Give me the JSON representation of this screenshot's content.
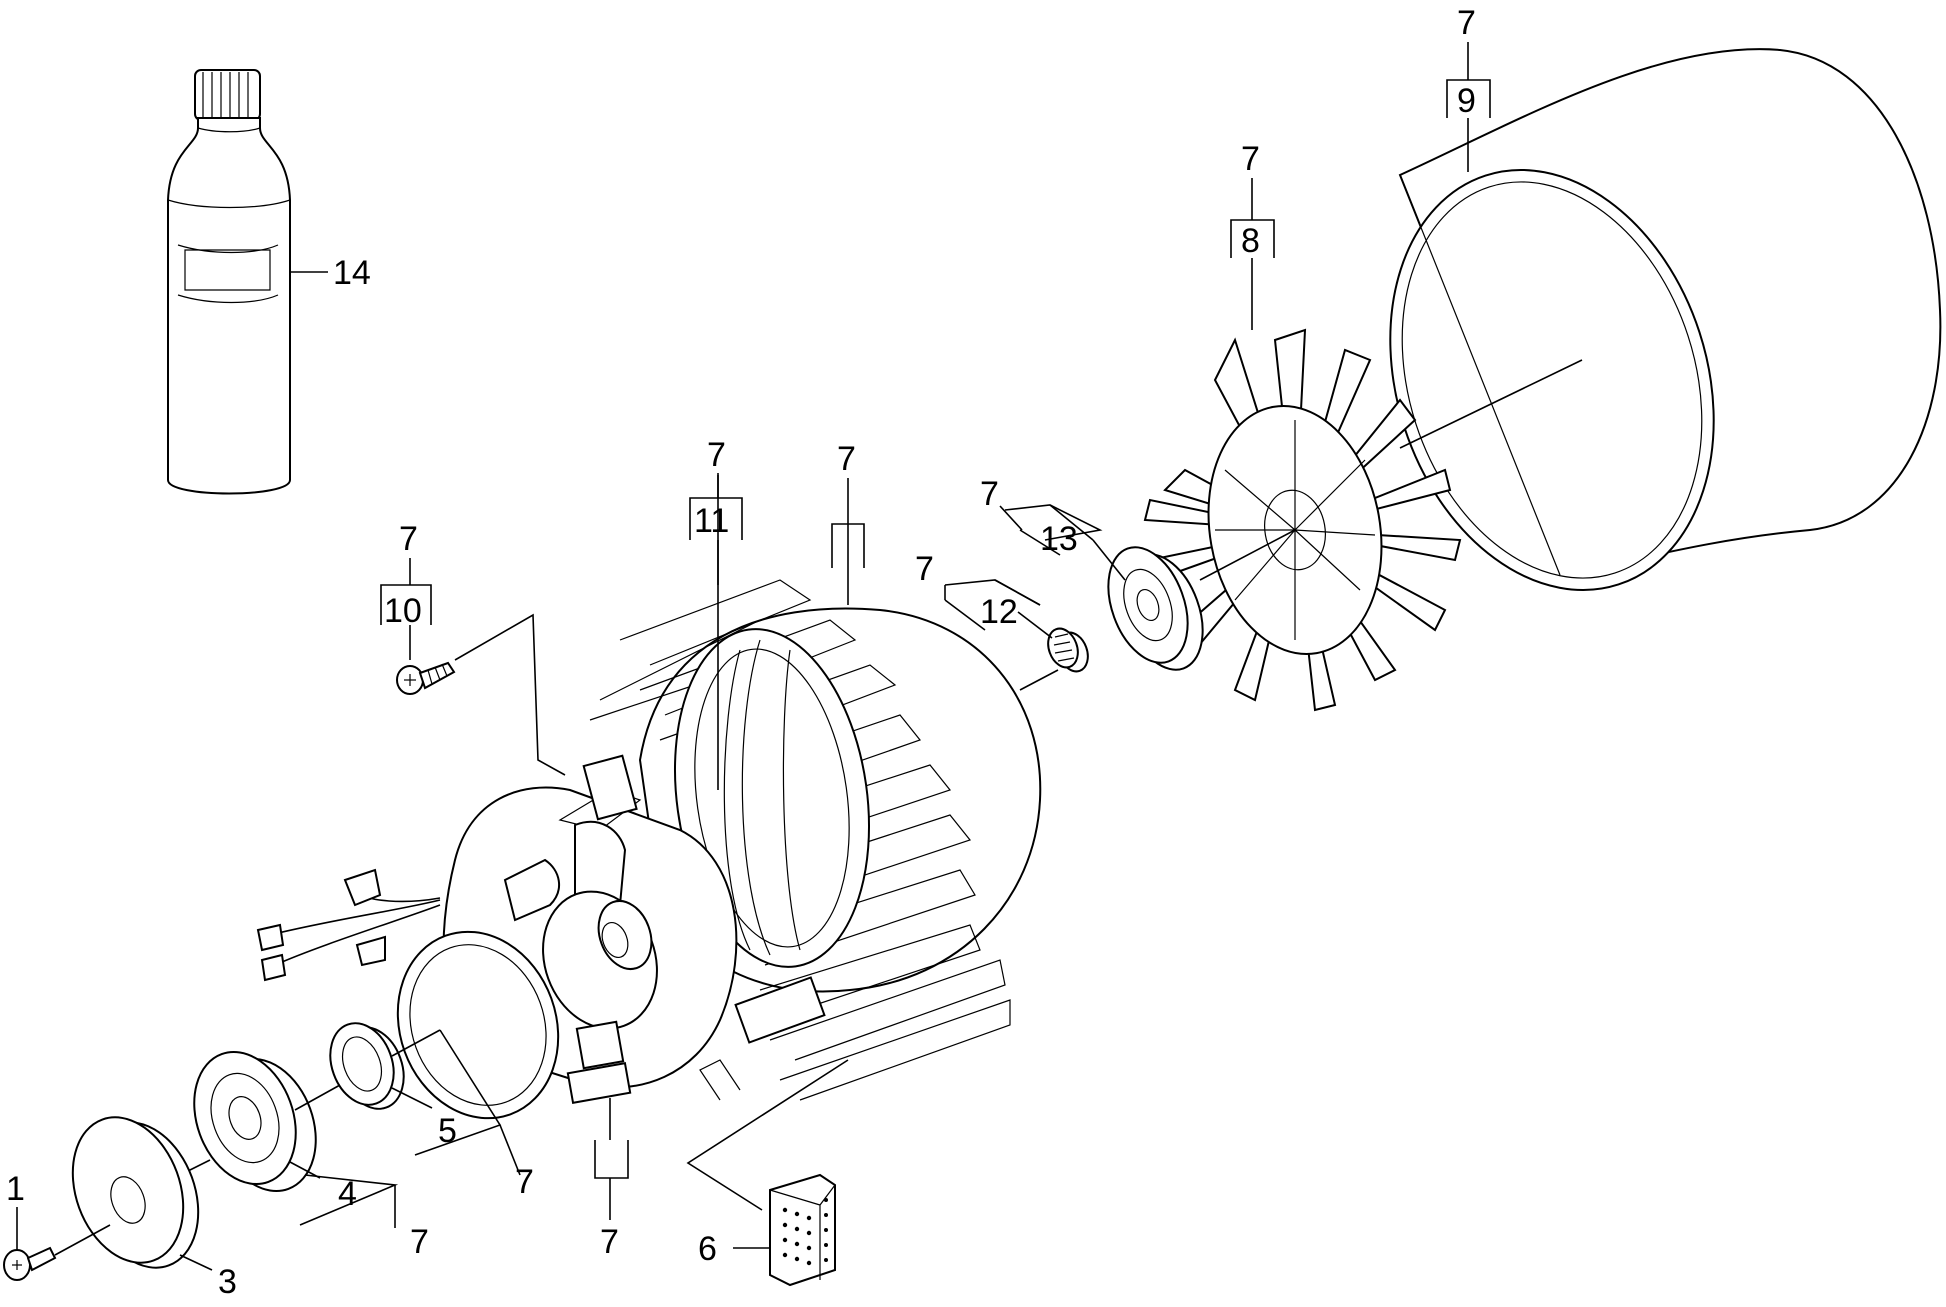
{
  "diagram": {
    "callouts": {
      "c1": "1",
      "c3": "3",
      "c4": "4",
      "c5": "5",
      "c6": "6",
      "c8": "8",
      "c9": "9",
      "c10": "10",
      "c11": "11",
      "c12": "12",
      "c13": "13",
      "c14": "14"
    },
    "kit_ref": "7"
  }
}
